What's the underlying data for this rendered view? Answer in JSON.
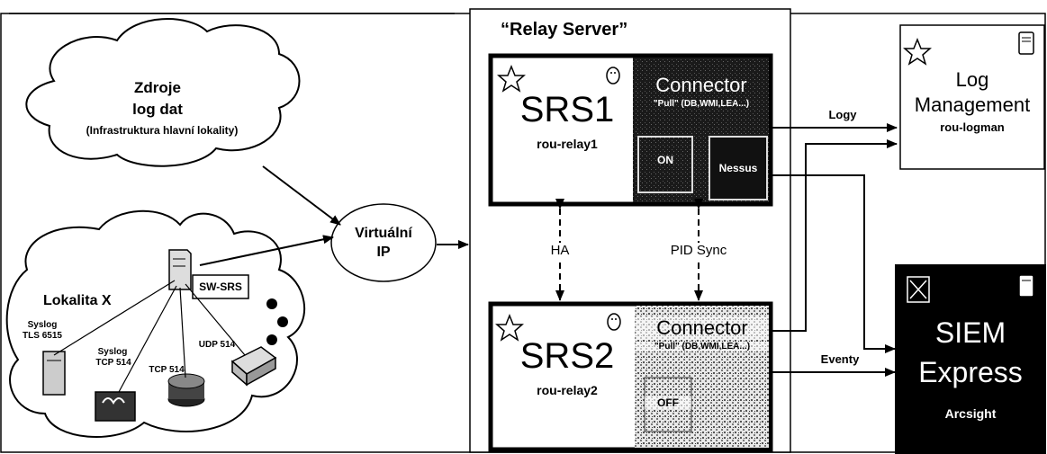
{
  "source_cloud": {
    "title_line1": "Zdroje",
    "title_line2": "log dat",
    "subtitle": "(Infrastruktura hlavní lokality)"
  },
  "site_cloud": {
    "title": "Lokalita X",
    "switch_label": "SW-SRS",
    "links": {
      "syslog_tls_1": "Syslog",
      "syslog_tls_2": "TLS 6515",
      "syslog_tcp_1": "Syslog",
      "syslog_tcp_2": "TCP 514",
      "tcp": "TCP 514",
      "udp": "UDP 514"
    }
  },
  "virtual_ip": {
    "line1": "Virtuální",
    "line2": "IP"
  },
  "relay_server": {
    "title": "“Relay Server”",
    "srs1": {
      "name": "SRS1",
      "host": "rou-relay1",
      "connector_title": "Connector",
      "connector_sub": "\"Pull\" (DB,WMI,LEA...)",
      "state": "ON",
      "nessus": "Nessus"
    },
    "srs2": {
      "name": "SRS2",
      "host": "rou-relay2",
      "connector_title": "Connector",
      "connector_sub": "\"Pull\" (DB,WMI,LEA...)",
      "state": "OFF"
    },
    "ha_label": "HA",
    "pid_label": "PID Sync"
  },
  "edges": {
    "logs": "Logy",
    "events": "Eventy"
  },
  "log_management": {
    "line1": "Log",
    "line2": "Management",
    "host": "rou-logman"
  },
  "siem": {
    "line1": "SIEM",
    "line2": "Express",
    "vendor": "Arcsight"
  },
  "colors": {
    "siem_bg": "#000000",
    "connector_bg": "#1a1a1a",
    "line": "#000000"
  }
}
